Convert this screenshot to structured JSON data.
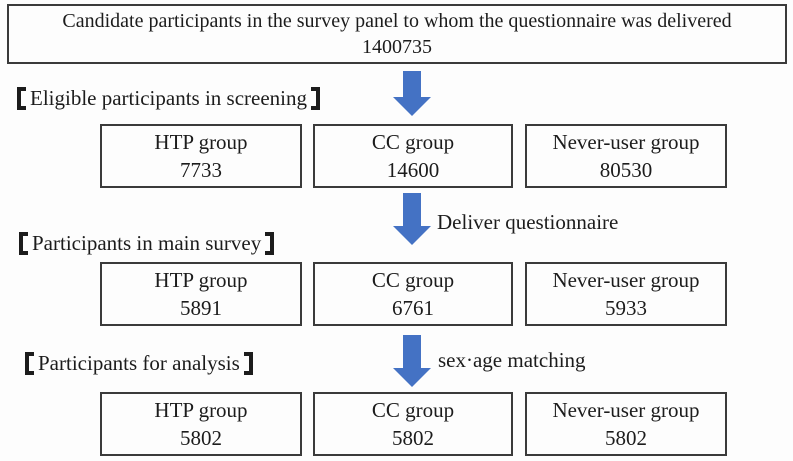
{
  "title_box": {
    "line1": "Candidate participants in the survey panel to whom the questionnaire was delivered",
    "line2": "1400735"
  },
  "stages": [
    {
      "label": "【Eligible participants in screening】",
      "label_text": "Eligible participants in screening",
      "arrow_label": "",
      "groups": [
        {
          "name": "HTP group",
          "value": "7733"
        },
        {
          "name": "CC group",
          "value": "14600"
        },
        {
          "name": "Never-user group",
          "value": "80530"
        }
      ]
    },
    {
      "label": "【Participants in main survey】",
      "label_text": "Participants in main survey",
      "arrow_label": "Deliver questionnaire",
      "groups": [
        {
          "name": "HTP group",
          "value": "5891"
        },
        {
          "name": "CC group",
          "value": "6761"
        },
        {
          "name": "Never-user group",
          "value": "5933"
        }
      ]
    },
    {
      "label": "【Participants for analysis】",
      "label_text": "Participants for analysis",
      "arrow_label": "sex·age matching",
      "groups": [
        {
          "name": "HTP group",
          "value": "5802"
        },
        {
          "name": "CC group",
          "value": "5802"
        },
        {
          "name": "Never-user group",
          "value": "5802"
        }
      ]
    }
  ],
  "colors": {
    "arrow": "#4472C4",
    "border": "#3b3b3b",
    "text": "#1c1c1c",
    "background": "#fdfdfd"
  }
}
